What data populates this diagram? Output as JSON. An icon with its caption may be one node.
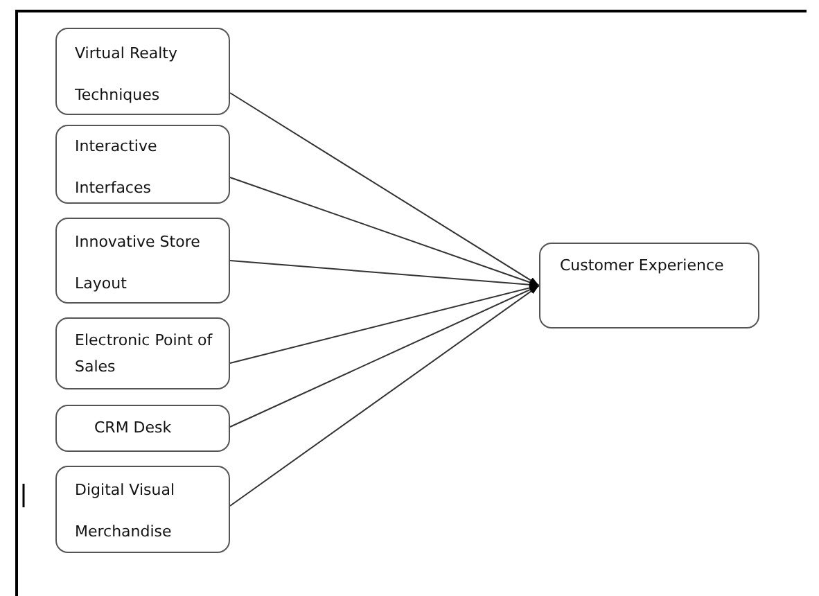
{
  "diagram": {
    "nodes": [
      {
        "text": [
          "Virtual Realty Techniques"
        ]
      },
      {
        "text": [
          "Interactive Interfaces"
        ]
      },
      {
        "text": [
          "Innovative Store Layout"
        ]
      },
      {
        "text": [
          "Electronic Point of Sales"
        ]
      },
      {
        "text": [
          "CRM Desk"
        ]
      },
      {
        "text": [
          "Digital Visual Merchandise"
        ]
      },
      {
        "text": [
          "Customer Experience"
        ]
      }
    ],
    "edges": [
      {
        "from": 0,
        "to": 6,
        "arrow": "to"
      },
      {
        "from": 1,
        "to": 6,
        "arrow": "to"
      },
      {
        "from": 2,
        "to": 6,
        "arrow": "to"
      },
      {
        "from": 3,
        "to": 6,
        "arrow": "to"
      },
      {
        "from": 4,
        "to": 6,
        "arrow": "to"
      },
      {
        "from": 5,
        "to": 6,
        "arrow": "to"
      }
    ]
  }
}
